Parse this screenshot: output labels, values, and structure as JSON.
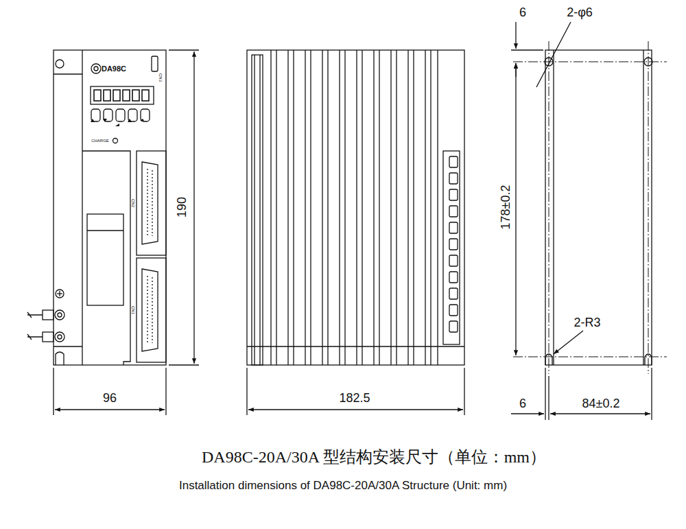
{
  "diagram": {
    "caption": "DA98C-20A/30A 型结构安装尺寸（单位：mm）",
    "labels": [
      "DA98C",
      "CHARGE",
      "CN3",
      "CN2",
      "CN1",
      "96",
      "190",
      "182.5",
      "6",
      "2-φ6",
      "178±0.2",
      "2-R3",
      "6",
      "84±0.2",
      "Installation dimensions of DA98C-20A/30A Structure (Unit: mm)"
    ]
  }
}
